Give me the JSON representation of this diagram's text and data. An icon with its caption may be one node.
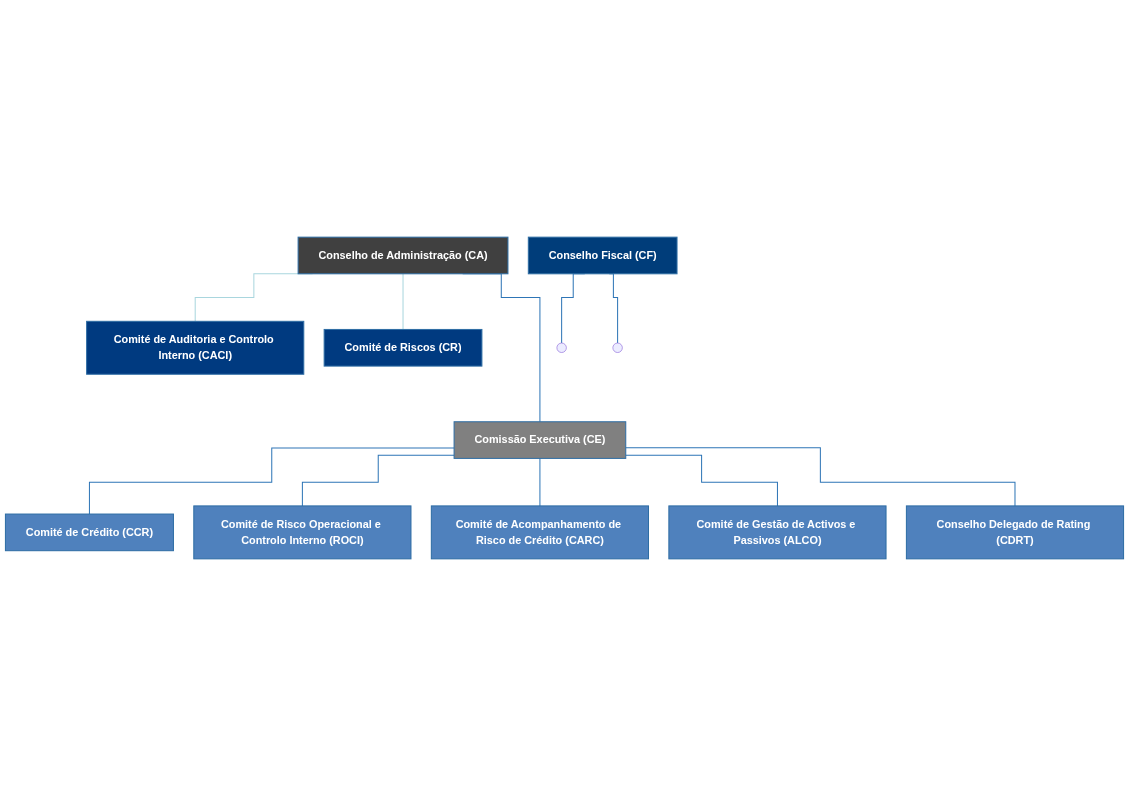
{
  "diagram": {
    "nodes": [
      {
        "text": [
          "Conselho Fiscal (CF)"
        ]
      },
      {
        "text": [
          "Conselho de Administração (CA)"
        ]
      },
      {
        "text": [
          "Comité de Auditoria e Controlo Interno (CACI)"
        ]
      },
      {
        "text": [
          "Comité de Riscos (CR)"
        ]
      },
      {
        "text": [
          "Comissão Executiva (CE)"
        ]
      },
      {
        "text": [
          "Comité de Crédito (CCR)"
        ]
      },
      {
        "text": [
          "Comité de Risco Operacional e Controlo Interno (ROCI)"
        ]
      },
      {
        "text": [
          "Comité de Acompanhamento de Risco de Crédito (CARC)"
        ]
      },
      {
        "text": [
          "Comité de Gestão de Activos e Passivos (ALCO)"
        ]
      },
      {
        "text": [
          "Conselho Delegado de Rating (CDRT)"
        ]
      }
    ],
    "edges": [
      {
        "from": 0,
        "to": null,
        "arrow": "none"
      },
      {
        "from": 0,
        "to": null,
        "arrow": "none"
      },
      {
        "from": 1,
        "to": 2,
        "arrow": "none",
        "color": "#a9d6de"
      },
      {
        "from": 1,
        "to": 3,
        "arrow": "none",
        "color": "#a9d6de"
      },
      {
        "from": 1,
        "to": 4,
        "arrow": "none"
      },
      {
        "from": 4,
        "to": 5,
        "arrow": "none"
      },
      {
        "from": 4,
        "to": 6,
        "arrow": "none"
      },
      {
        "from": 4,
        "to": 7,
        "arrow": "none"
      },
      {
        "from": 4,
        "to": 8,
        "arrow": "none"
      },
      {
        "from": 4,
        "to": 9,
        "arrow": "none"
      }
    ]
  }
}
